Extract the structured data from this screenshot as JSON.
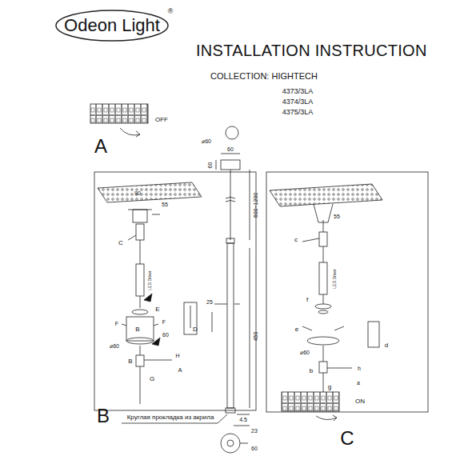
{
  "diagram": {
    "title": "INSTALLATION INSTRUCTION",
    "labels": [
      "Odeon Light",
      "®",
      "COLLECTION:  HIGHTECH",
      "4373/3LA",
      "4374/3LA",
      "4375/3LA",
      "OFF",
      "A",
      "⌀60",
      "60",
      "60",
      "600~1200",
      "25",
      "450",
      "4.5",
      "23",
      "Круглая прокладка из акрила",
      "60",
      "B",
      "90",
      "55",
      "C",
      "LED Driver",
      "E",
      "F",
      "F",
      "B",
      "60",
      "D",
      "⌀60",
      "B",
      "H",
      "A",
      "G",
      "55",
      "c",
      "LED Driver",
      "f",
      "e",
      "⌀60",
      "d",
      "b",
      "h",
      "a",
      "g",
      "ON",
      "C"
    ]
  }
}
